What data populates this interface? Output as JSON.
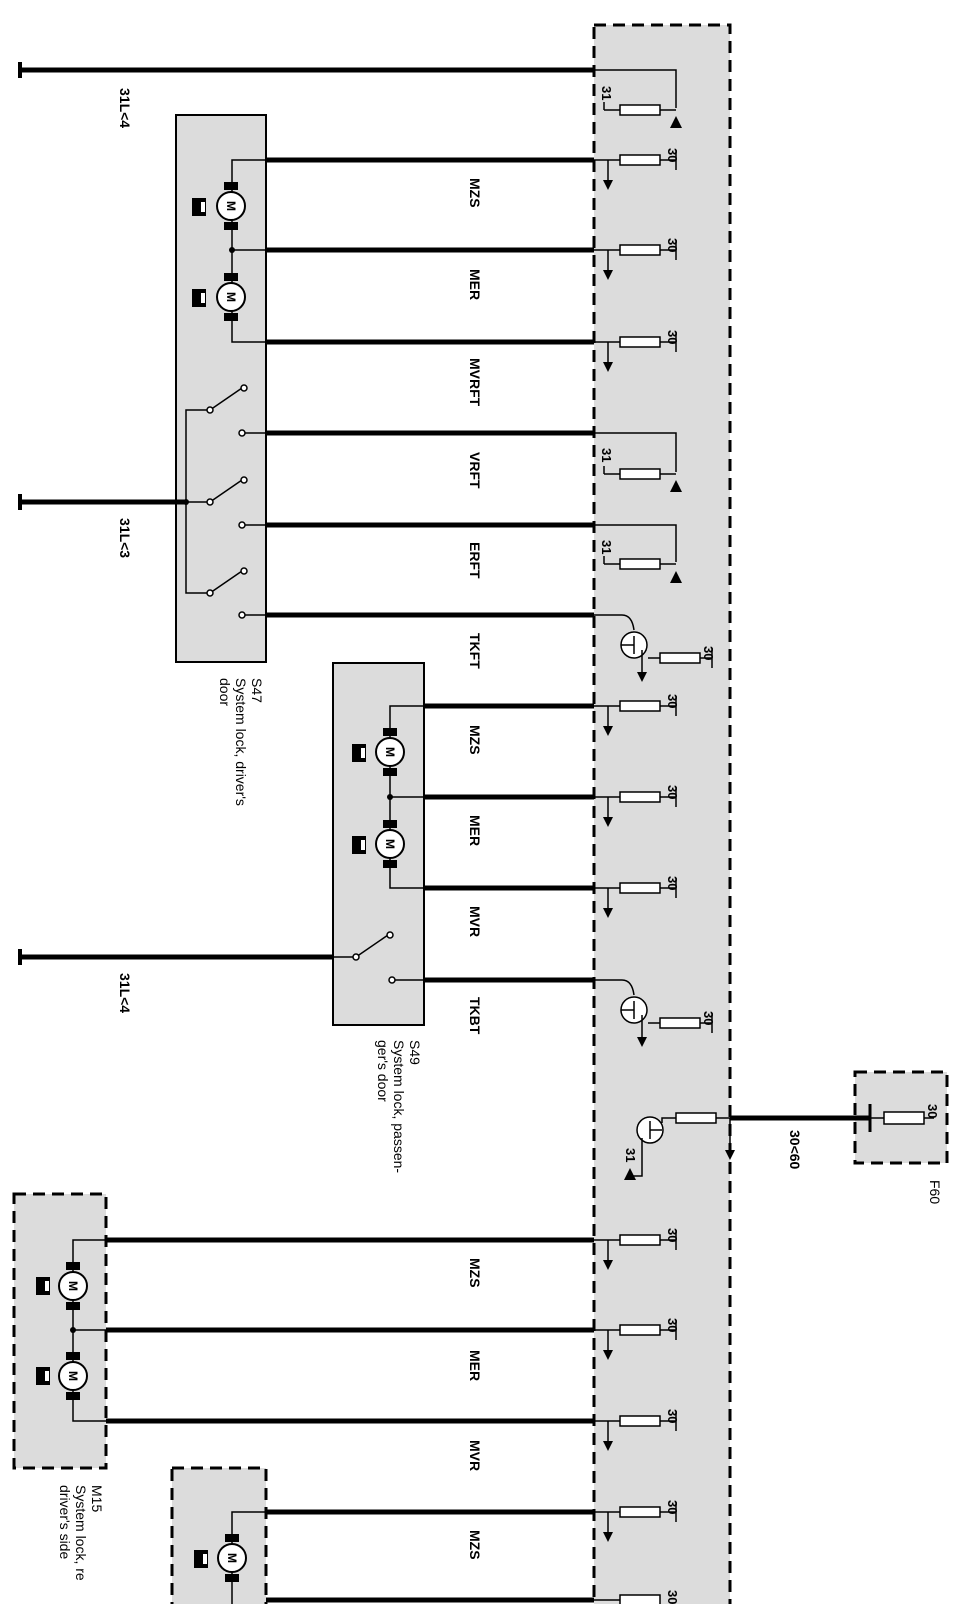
{
  "diagram": {
    "components": {
      "S47": {
        "code": "S47",
        "desc_line1": "System lock, driver's",
        "desc_line2": "door"
      },
      "S49": {
        "code": "S49",
        "desc_line1": "System lock, passen-",
        "desc_line2": "ger's door"
      },
      "M15": {
        "code": "M15",
        "desc_line1": "System lock, re",
        "desc_line2": "driver's side"
      },
      "F60": {
        "code": "F60",
        "fuse_terminal": "30"
      }
    },
    "ground_labels": [
      "31L<4",
      "31L<3",
      "31L<4"
    ],
    "feed_label": "30<60",
    "motor_symbol": "M",
    "terminals": {
      "t30": "30",
      "t31": "31"
    },
    "wires": [
      {
        "label": "MZS"
      },
      {
        "label": "MER"
      },
      {
        "label": "MVRFT"
      },
      {
        "label": "VRFT"
      },
      {
        "label": "ERFT"
      },
      {
        "label": "TKFT"
      },
      {
        "label": "MZS"
      },
      {
        "label": "MER"
      },
      {
        "label": "MVR"
      },
      {
        "label": "TKBT"
      },
      {
        "label": "MZS"
      },
      {
        "label": "MER"
      },
      {
        "label": "MVR"
      },
      {
        "label": "MZS"
      }
    ]
  }
}
